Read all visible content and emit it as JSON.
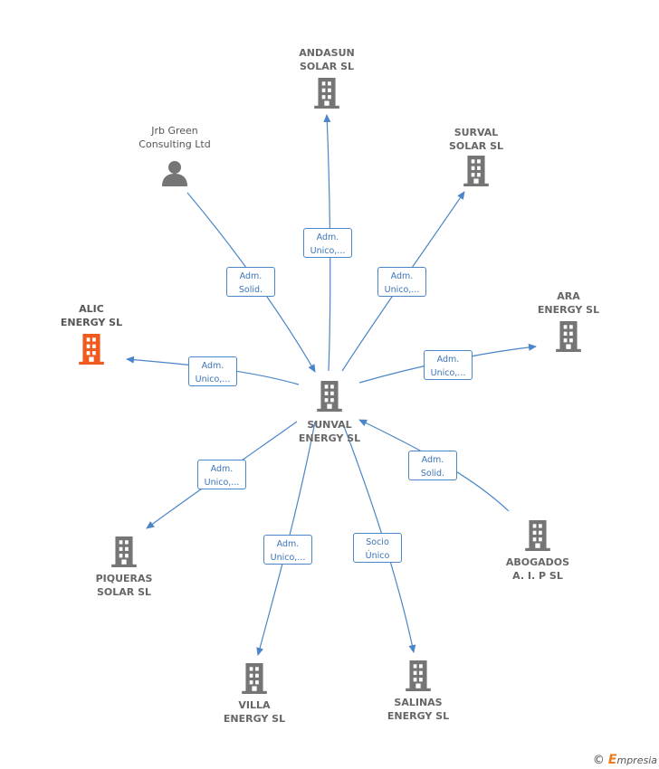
{
  "colors": {
    "edge": "#4a86c8",
    "building": "#757575",
    "building_highlight": "#f05a1e",
    "person": "#757575"
  },
  "nodes": [
    {
      "id": "sunval",
      "label": "SUNVAL\nENERGY  SL",
      "kind": "building",
      "center": true,
      "name": "node-sunval-energy"
    },
    {
      "id": "andasun",
      "label": "ANDASUN\nSOLAR  SL",
      "kind": "building",
      "name": "node-andasun-solar"
    },
    {
      "id": "surval",
      "label": "SURVAL\nSOLAR  SL",
      "kind": "building",
      "name": "node-surval-solar"
    },
    {
      "id": "jrb",
      "label": "Jrb Green\nConsulting Ltd",
      "kind": "person",
      "name": "node-jrb-green-consulting"
    },
    {
      "id": "ara",
      "label": "ARA\nENERGY  SL",
      "kind": "building",
      "name": "node-ara-energy"
    },
    {
      "id": "alic",
      "label": "ALIC\nENERGY  SL",
      "kind": "building",
      "highlight": true,
      "name": "node-alic-energy"
    },
    {
      "id": "abogados",
      "label": "ABOGADOS\nA.  I. P SL",
      "kind": "building",
      "name": "node-abogados-aip"
    },
    {
      "id": "piqueras",
      "label": "PIQUERAS\nSOLAR  SL",
      "kind": "building",
      "name": "node-piqueras-solar"
    },
    {
      "id": "villa",
      "label": "VILLA\nENERGY  SL",
      "kind": "building",
      "name": "node-villa-energy"
    },
    {
      "id": "salinas",
      "label": "SALINAS\nENERGY  SL",
      "kind": "building",
      "name": "node-salinas-energy"
    }
  ],
  "edges": [
    {
      "from": "sunval",
      "to": "andasun",
      "label": "Adm.\nUnico,..."
    },
    {
      "from": "sunval",
      "to": "surval",
      "label": "Adm.\nUnico,..."
    },
    {
      "from": "jrb",
      "to": "sunval",
      "label": "Adm.\nSolid."
    },
    {
      "from": "sunval",
      "to": "ara",
      "label": "Adm.\nUnico,..."
    },
    {
      "from": "sunval",
      "to": "alic",
      "label": "Adm.\nUnico,..."
    },
    {
      "from": "abogados",
      "to": "sunval",
      "label": "Adm.\nSolid."
    },
    {
      "from": "sunval",
      "to": "piqueras",
      "label": "Adm.\nUnico,..."
    },
    {
      "from": "sunval",
      "to": "villa",
      "label": "Adm.\nUnico,..."
    },
    {
      "from": "sunval",
      "to": "salinas",
      "label": "Socio\nÚnico"
    }
  ],
  "footer": {
    "copyright_symbol": "©",
    "brand_initial": "E",
    "brand_rest": "mpresia"
  }
}
